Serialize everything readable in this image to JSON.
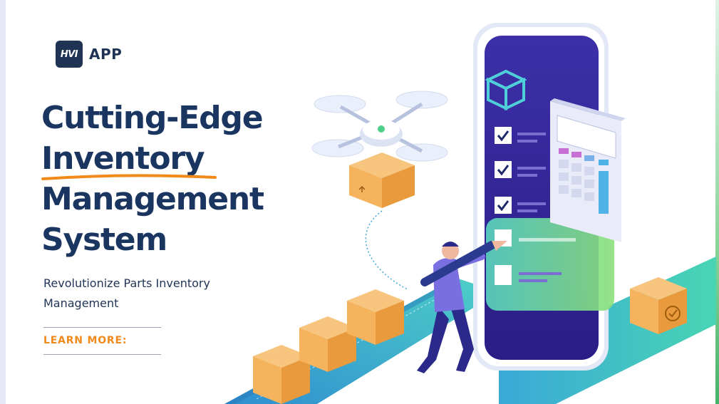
{
  "logo": {
    "badge_text": "HVI",
    "name": "APP"
  },
  "headline": {
    "line1": "Cutting-Edge",
    "line2": "Inventory",
    "line3": "Management",
    "line4": "System"
  },
  "subtitle": "Revolutionize Parts Inventory Management",
  "cta_label": "LEARN MORE:",
  "colors": {
    "navy": "#1a3560",
    "accent_orange": "#f08a1a",
    "phone_purple": "#3b2ea0",
    "conveyor_teal": "#3fa9d6",
    "box_orange": "#f4b35c",
    "highlight_green": "#7ee08a"
  },
  "icons": [
    "drone-icon",
    "package-box-icon",
    "checkbox-icon",
    "calculator-icon",
    "pencil-icon",
    "person-icon"
  ]
}
